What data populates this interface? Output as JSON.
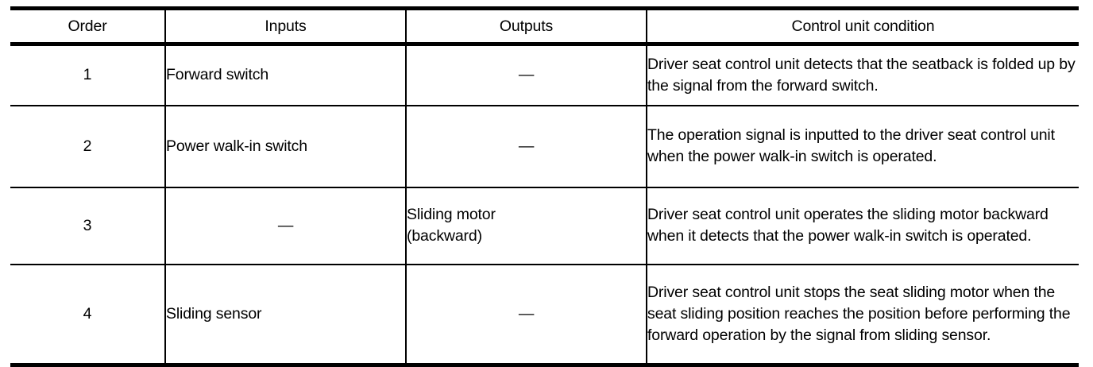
{
  "table": {
    "columns": [
      {
        "key": "order",
        "label": "Order"
      },
      {
        "key": "inputs",
        "label": "Inputs"
      },
      {
        "key": "outputs",
        "label": "Outputs"
      },
      {
        "key": "cond",
        "label": "Control unit condition"
      }
    ],
    "dash": "—",
    "rows": [
      {
        "order": "1",
        "inputs": "Forward switch",
        "outputs": "—",
        "cond": "Driver seat control unit detects that the seatback is folded up by the signal from the forward switch."
      },
      {
        "order": "2",
        "inputs": "Power walk-in switch",
        "outputs": "—",
        "cond": "The operation signal is inputted to the driver seat control unit when the power walk-in switch is operated."
      },
      {
        "order": "3",
        "inputs": "—",
        "outputs_line1": "Sliding motor",
        "outputs_line2": "(backward)",
        "cond": "Driver seat control unit operates the sliding motor backward when it detects that the power walk-in switch is operated."
      },
      {
        "order": "4",
        "inputs": "Sliding sensor",
        "outputs": "—",
        "cond": "Driver seat control unit stops the seat sliding motor when the seat sliding position reaches the position before performing the forward operation by the signal from sliding sensor."
      }
    ]
  }
}
